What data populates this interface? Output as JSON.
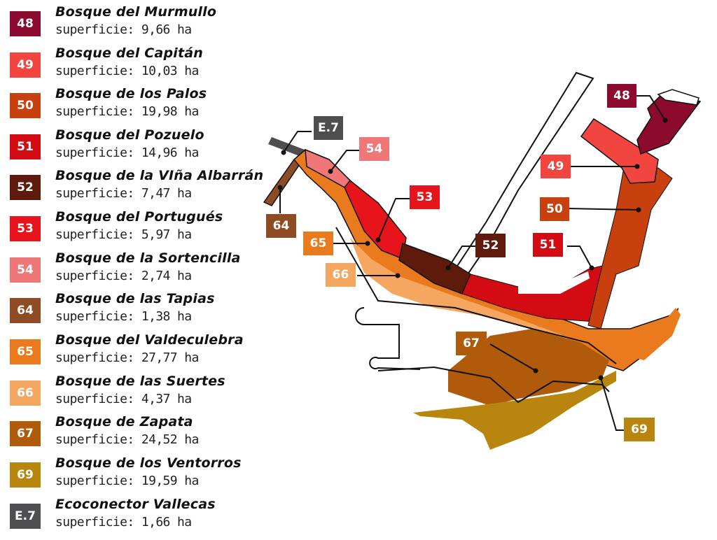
{
  "legend": {
    "area_prefix": "superficie:",
    "items": [
      {
        "code": "48",
        "name": "Bosque del Murmullo",
        "area": "superficie: 9,66 ha",
        "color": "#8B0A2E"
      },
      {
        "code": "49",
        "name": "Bosque del Capitán",
        "area": "superficie: 10,03 ha",
        "color": "#F2453F"
      },
      {
        "code": "50",
        "name": "Bosque de los Palos",
        "area": "superficie: 19,98 ha",
        "color": "#C8400E"
      },
      {
        "code": "51",
        "name": "Bosque del Pozuelo",
        "area": "superficie: 14,96 ha",
        "color": "#D20C12"
      },
      {
        "code": "52",
        "name": "Bosque de la VIña Albarrán",
        "area": "superficie: 7,47 ha",
        "color": "#5E1A0A"
      },
      {
        "code": "53",
        "name": "Bosque del Portugués",
        "area": "superficie: 5,97 ha",
        "color": "#E8141B"
      },
      {
        "code": "54",
        "name": "Bosque de la Sortencilla",
        "area": "superficie: 2,74 ha",
        "color": "#F07778"
      },
      {
        "code": "64",
        "name": "Bosque de las Tapias",
        "area": "superficie: 1,38 ha",
        "color": "#8E4C24"
      },
      {
        "code": "65",
        "name": "Bosque del Valdeculebra",
        "area": "superficie: 27,77 ha",
        "color": "#EA7A1E"
      },
      {
        "code": "66",
        "name": "Bosque de las Suertes",
        "area": "superficie: 4,37 ha",
        "color": "#F5A761"
      },
      {
        "code": "67",
        "name": "Bosque de Zapata",
        "area": "superficie: 24,52 ha",
        "color": "#B05A0C"
      },
      {
        "code": "69",
        "name": "Bosque de los Ventorros",
        "area": "superficie: 19,59 ha",
        "color": "#B8860F"
      },
      {
        "code": "E.7",
        "name": "Ecoconector Vallecas",
        "area": "superficie: 1,66 ha",
        "color": "#4E4E50"
      }
    ]
  },
  "map": {
    "labels": [
      {
        "code": "48",
        "color": "#8B0A2E"
      },
      {
        "code": "49",
        "color": "#F2453F"
      },
      {
        "code": "50",
        "color": "#C8400E"
      },
      {
        "code": "51",
        "color": "#D20C12"
      },
      {
        "code": "52",
        "color": "#5E1A0A"
      },
      {
        "code": "53",
        "color": "#E8141B"
      },
      {
        "code": "54",
        "color": "#F07778"
      },
      {
        "code": "64",
        "color": "#8E4C24"
      },
      {
        "code": "65",
        "color": "#EA7A1E"
      },
      {
        "code": "66",
        "color": "#F5A761"
      },
      {
        "code": "67",
        "color": "#B05A0C"
      },
      {
        "code": "69",
        "color": "#B8860F"
      },
      {
        "code": "E.7",
        "color": "#4E4E50"
      }
    ]
  }
}
